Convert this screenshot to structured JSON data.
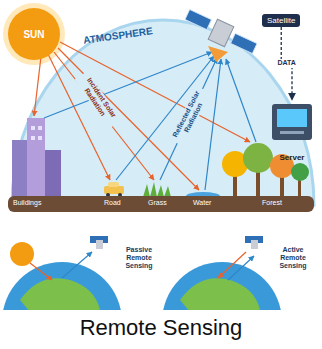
{
  "diagram": {
    "caption": "Remote Sensing",
    "nodes": [
      {
        "text": [
          "SUN"
        ]
      },
      {
        "text": [
          "Satellite"
        ]
      },
      {
        "text": [
          "Server"
        ]
      }
    ],
    "edges": [
      {
        "from": 1,
        "to": 2,
        "label": "DATA",
        "arrow": "to"
      }
    ],
    "labels": [
      "ATMOSPHERE",
      "Incident Solar Radiation",
      "Reflected Solar Radiation",
      "Buildings",
      "Road",
      "Grass",
      "Water",
      "Forest",
      "Passive Remote Sensing",
      "Active Remote Sensing"
    ]
  }
}
